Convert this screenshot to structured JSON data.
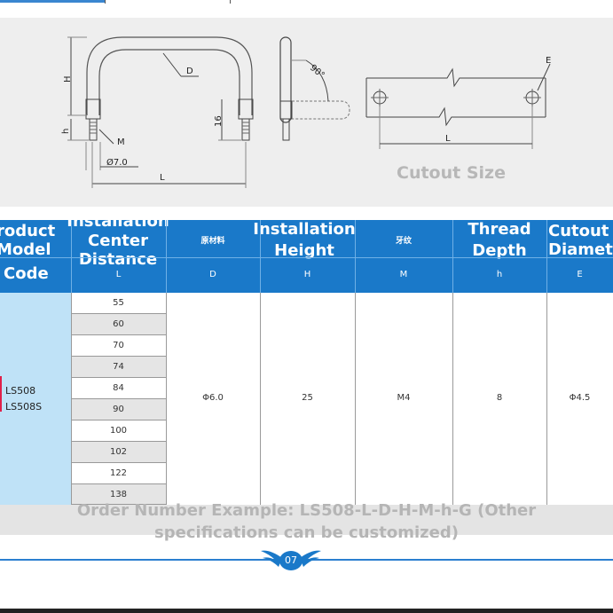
{
  "drawing": {
    "dim_H": "H",
    "dim_D": "D",
    "dim_h": "h",
    "dim_M": "M",
    "dim_phi": "Ø7.0",
    "dim_L": "L",
    "dim_16": "16",
    "angle": "90°",
    "dim_E": "E",
    "cutout_L": "L",
    "cutout_caption": "Cutout Size"
  },
  "table": {
    "header": {
      "model_code": [
        "roduct",
        "Model",
        "Code"
      ],
      "install_center": [
        "Installation",
        "Center",
        "Distance"
      ],
      "install_center_sym": "L",
      "material": "原材料",
      "material_sym": "D",
      "install_height": [
        "Installation",
        "Height"
      ],
      "install_height_sym": "H",
      "thread": "牙纹",
      "thread_sym": "M",
      "thread_depth": [
        "Thread",
        "Depth"
      ],
      "thread_depth_sym": "h",
      "cutout_dia": [
        "Cutout",
        "Diamet"
      ],
      "cutout_dia_sym": "E"
    },
    "models": [
      "LS508",
      "LS508S"
    ],
    "L_values": [
      "55",
      "60",
      "70",
      "74",
      "84",
      "90",
      "100",
      "102",
      "122",
      "138"
    ],
    "D_value": "Φ6.0",
    "H_value": "25",
    "M_value": "M4",
    "h_value": "8",
    "E_value": "Φ4.5"
  },
  "footer": {
    "order_line1": "Order Number Example: LS508-L-D-H-M-h-G (Other",
    "order_line2": "specifications can be customized)",
    "page_number": "07"
  },
  "colors": {
    "header_blue": "#1a79c9",
    "model_col_bg": "#bfe2f7",
    "panel_gray": "#eeeeee"
  }
}
